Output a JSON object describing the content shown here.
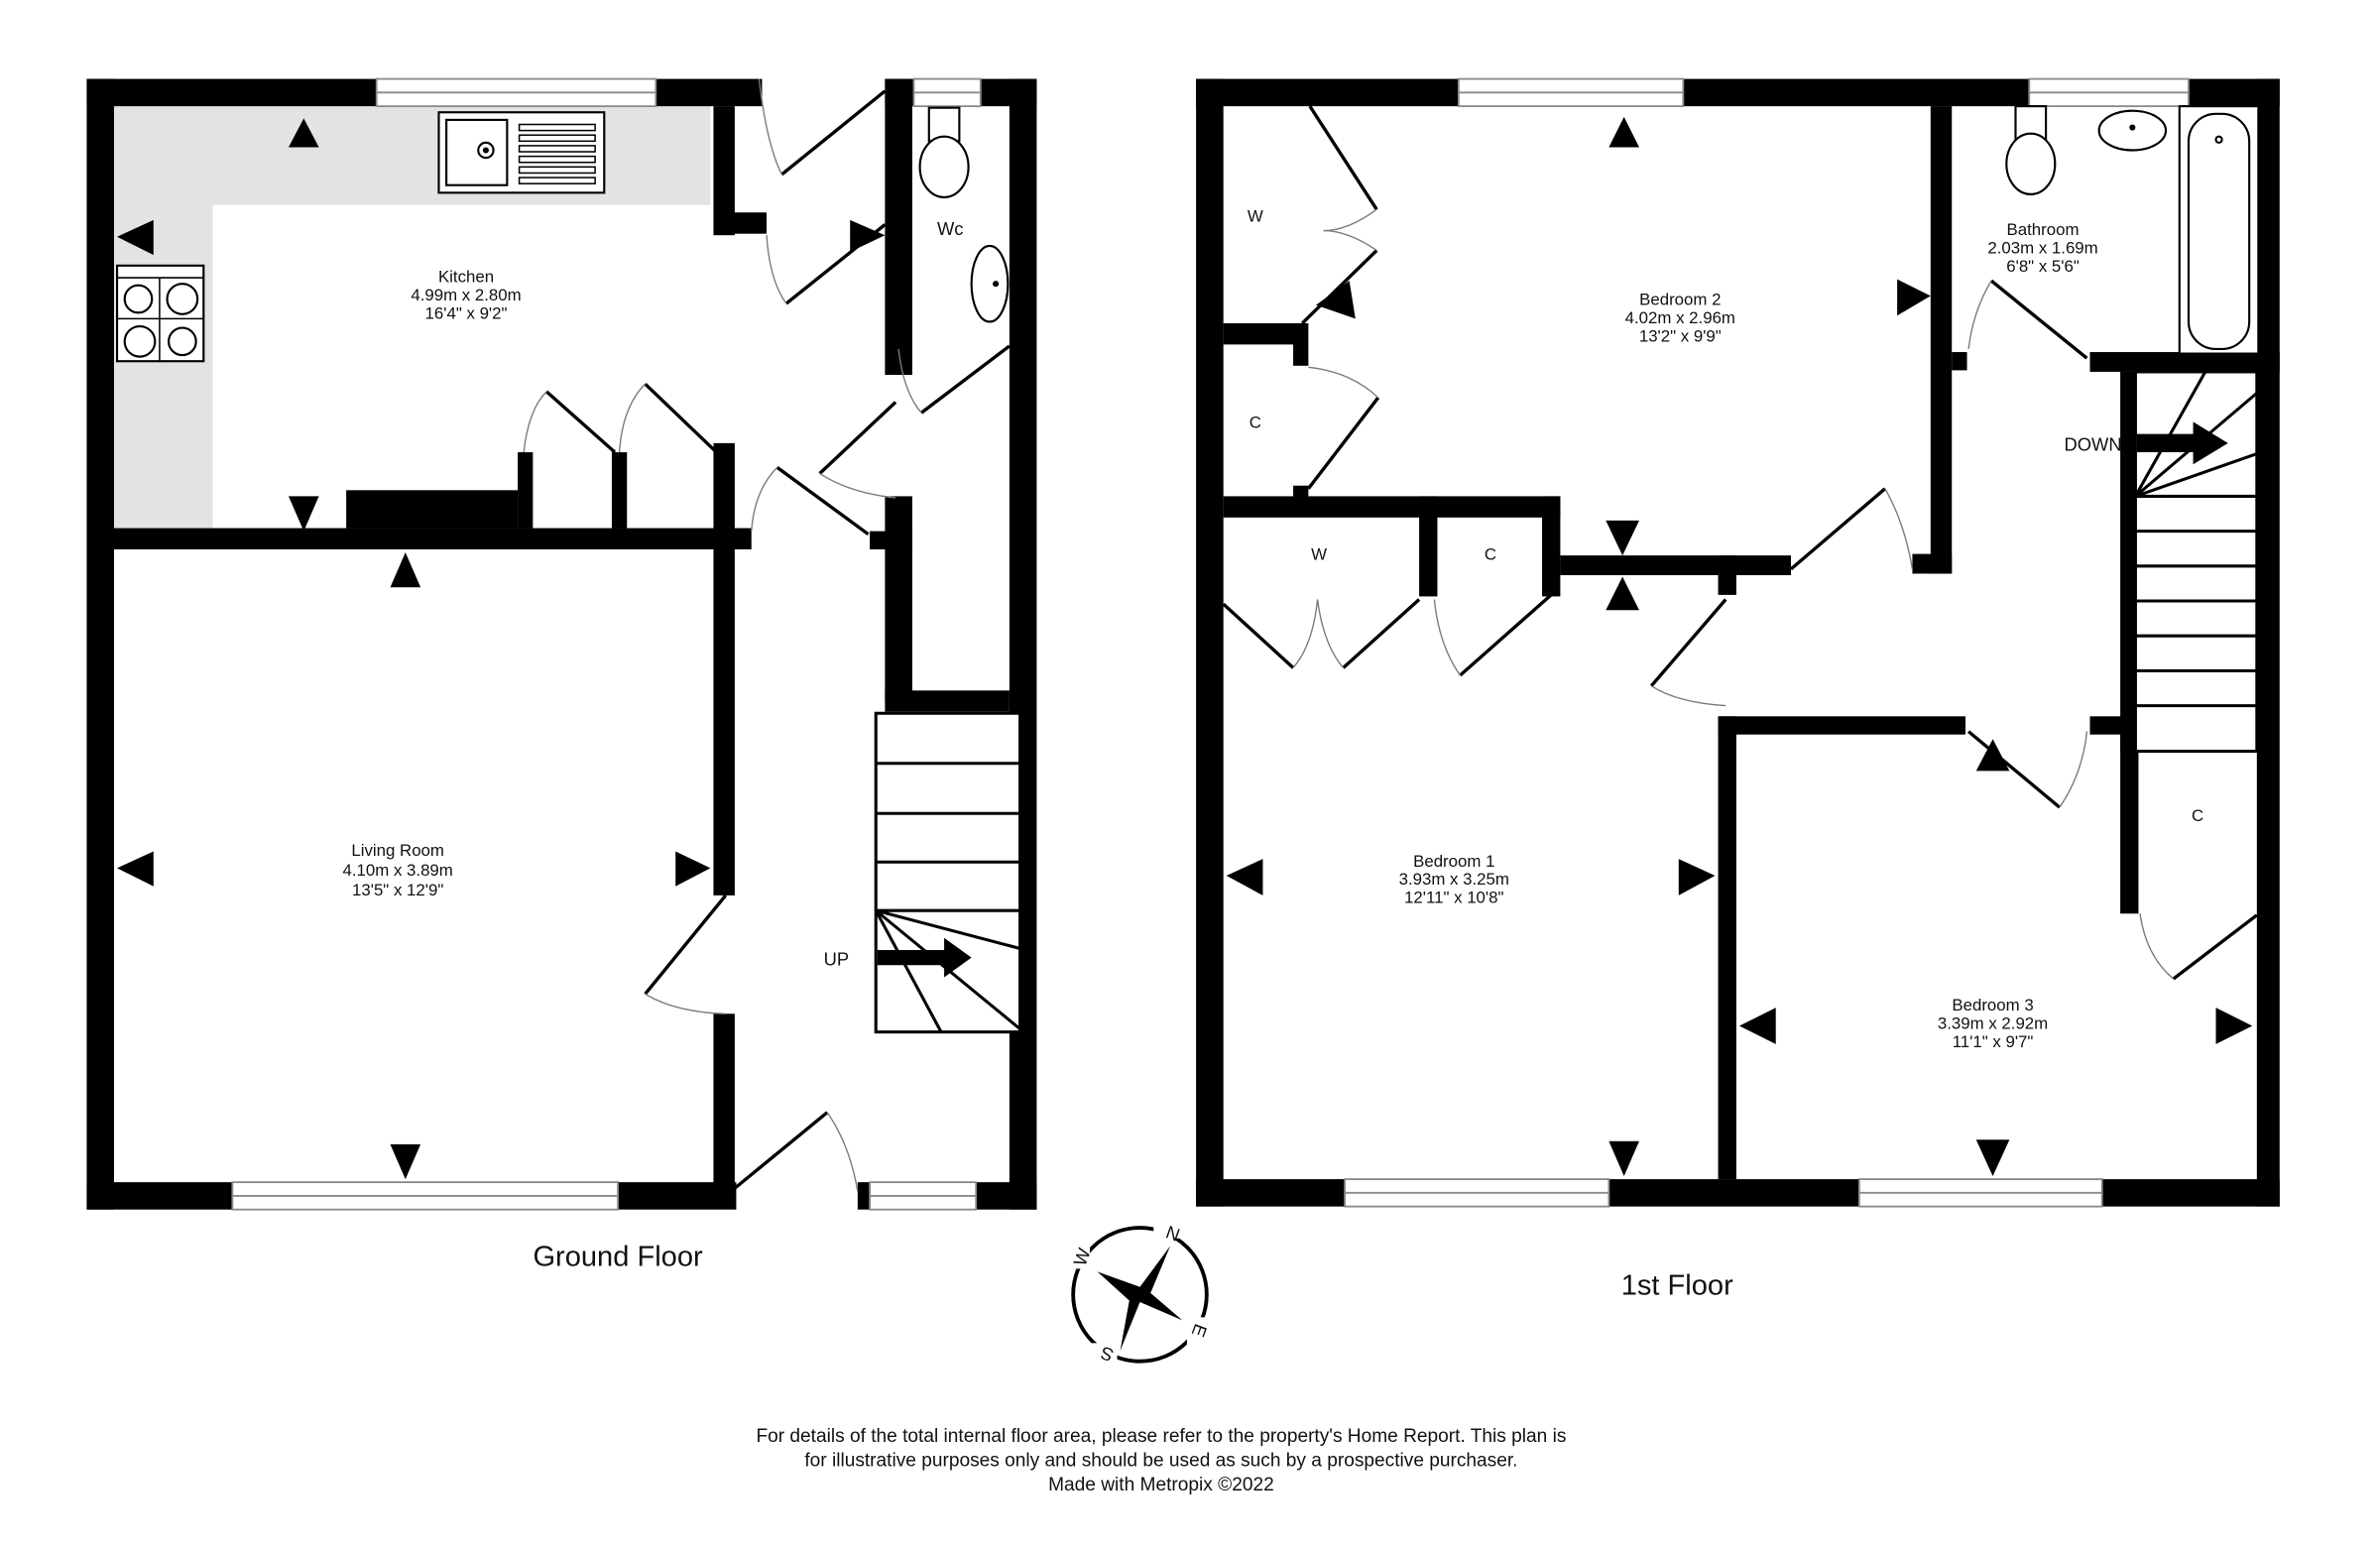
{
  "plan": {
    "ground_floor": {
      "title": "Ground Floor",
      "rooms": [
        {
          "name": "Kitchen",
          "metric": "4.99m  x 2.80m",
          "imperial": "16'4\"  x 9'2\""
        },
        {
          "name": "Living Room",
          "metric": "4.10m  x 3.89m",
          "imperial": "13'5\"  x 12'9\""
        },
        {
          "name": "Wc"
        }
      ],
      "stairs_label": "UP"
    },
    "first_floor": {
      "title": "1st Floor",
      "rooms": [
        {
          "name": "Bedroom 2",
          "metric": "4.02m  x 2.96m",
          "imperial": "13'2\"  x 9'9\""
        },
        {
          "name": "Bathroom",
          "metric": "2.03m  x 1.69m",
          "imperial": "6'8\"  x 5'6\""
        },
        {
          "name": "Bedroom 1",
          "metric": "3.93m  x 3.25m",
          "imperial": "12'11\"  x 10'8\""
        },
        {
          "name": "Bedroom 3",
          "metric": "3.39m  x 2.92m",
          "imperial": "11'1\"  x 9'7\""
        }
      ],
      "closets": {
        "w1": "W",
        "c1": "C",
        "w2": "W",
        "c2": "C",
        "c3": "C"
      },
      "stairs_label": "DOWN"
    },
    "compass": {
      "n": "N",
      "e": "E",
      "s": "S",
      "w": "W"
    },
    "disclaimer": {
      "line1": "For details of the total internal floor area, please refer to the property's Home Report. This plan is",
      "line2": "for illustrative purposes only and should be used as such by a prospective purchaser.",
      "line3": "Made with Metropix ©2022"
    }
  }
}
